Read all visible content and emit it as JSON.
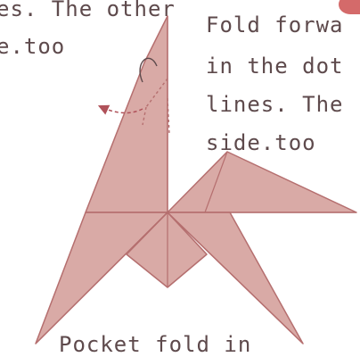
{
  "top_left_caption": {
    "line1": "es. The other",
    "line2": "e.too"
  },
  "right_caption": {
    "line1": "Fold forwa",
    "line2": "in the dot",
    "line3": "lines. The",
    "line4": "side.too"
  },
  "bottom_caption": "Pocket fold in",
  "colors": {
    "paper_fill": "#d9aaa6",
    "paper_stroke": "#b56f6f",
    "text": "#5e4a4c",
    "marker": "#d46a6a",
    "arrow": "#b0525a"
  }
}
